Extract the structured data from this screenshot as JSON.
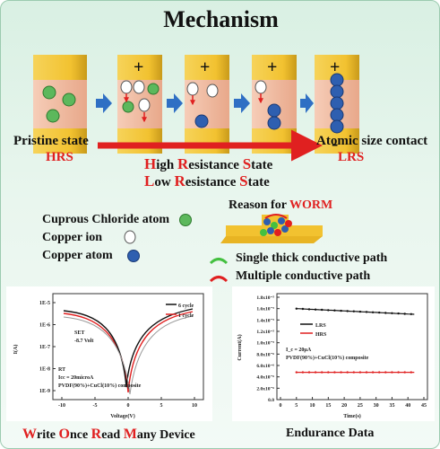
{
  "title": "Mechanism",
  "states": {
    "pristine": "Pristine state",
    "hrs": "HRS",
    "atomic": "Atomic size contact",
    "lrs": "LRS",
    "high_resistance": [
      {
        "letter": "H",
        "rest": "igh "
      },
      {
        "letter": "R",
        "rest": "esistance "
      },
      {
        "letter": "S",
        "rest": "tate"
      }
    ],
    "low_resistance": [
      {
        "letter": "L",
        "rest": "ow "
      },
      {
        "letter": "R",
        "rest": "esistance "
      },
      {
        "letter": "S",
        "rest": "tate"
      }
    ]
  },
  "electrodes": {
    "plus": "+",
    "minus": "-"
  },
  "legend": {
    "chloride": "Cuprous Chloride atom",
    "ion": "Copper ion",
    "atom": "Copper atom"
  },
  "worm": {
    "reason_prefix": "Reason for ",
    "reason_highlight": "WORM",
    "single_path": "Single thick conductive path",
    "multiple_path": "Multiple conductive path"
  },
  "iv_plot": {
    "ylabel": "I(A)",
    "xlabel": "Voltage(V)",
    "yticks": [
      "1E-5",
      "1E-6",
      "1E-7",
      "1E-8",
      "1E-9"
    ],
    "xticks": [
      "-10",
      "-5",
      "0",
      "5",
      "10"
    ],
    "legend": [
      "6 cycle",
      "1 cycle"
    ],
    "set_label": "SET",
    "set_volt": "-8.7 Volt",
    "rt": "RT",
    "icc": "Icc = 20microA",
    "composite": "PVDF(90%)+CuCl(10%) composite"
  },
  "endurance_plot": {
    "ylabel": "Current(A)",
    "xlabel": "Time(s)",
    "yticks": [
      "1.8x10⁻⁵",
      "1.6x10⁻⁵",
      "1.4x10⁻⁵",
      "1.2x10⁻⁵",
      "1.0x10⁻⁵",
      "8.0x10⁻⁶",
      "6.0x10⁻⁶",
      "4.0x10⁻⁶",
      "2.0x10⁻⁶",
      "0.0"
    ],
    "xticks": [
      "0",
      "5",
      "10",
      "15",
      "20",
      "25",
      "30",
      "35",
      "40",
      "45"
    ],
    "legend": [
      "LRS",
      "HRS"
    ],
    "icc": "I_c = 20μA",
    "composite": "PVDF(90%)+CuCl(10%) composite"
  },
  "captions": {
    "device": [
      {
        "letter": "W",
        "rest": "rite "
      },
      {
        "letter": "O",
        "rest": "nce "
      },
      {
        "letter": "R",
        "rest": "ead "
      },
      {
        "letter": "M",
        "rest": "any Device"
      }
    ],
    "endurance": "Endurance Data"
  },
  "colors": {
    "electrode": "#f2c230",
    "layer": "#f4bfa6",
    "chloride": "#5cb85c",
    "ion": "#ffffff",
    "atom": "#2e5fb0",
    "arrow_blue": "#2f6fc4",
    "red": "#e02020",
    "green": "#44c040"
  }
}
